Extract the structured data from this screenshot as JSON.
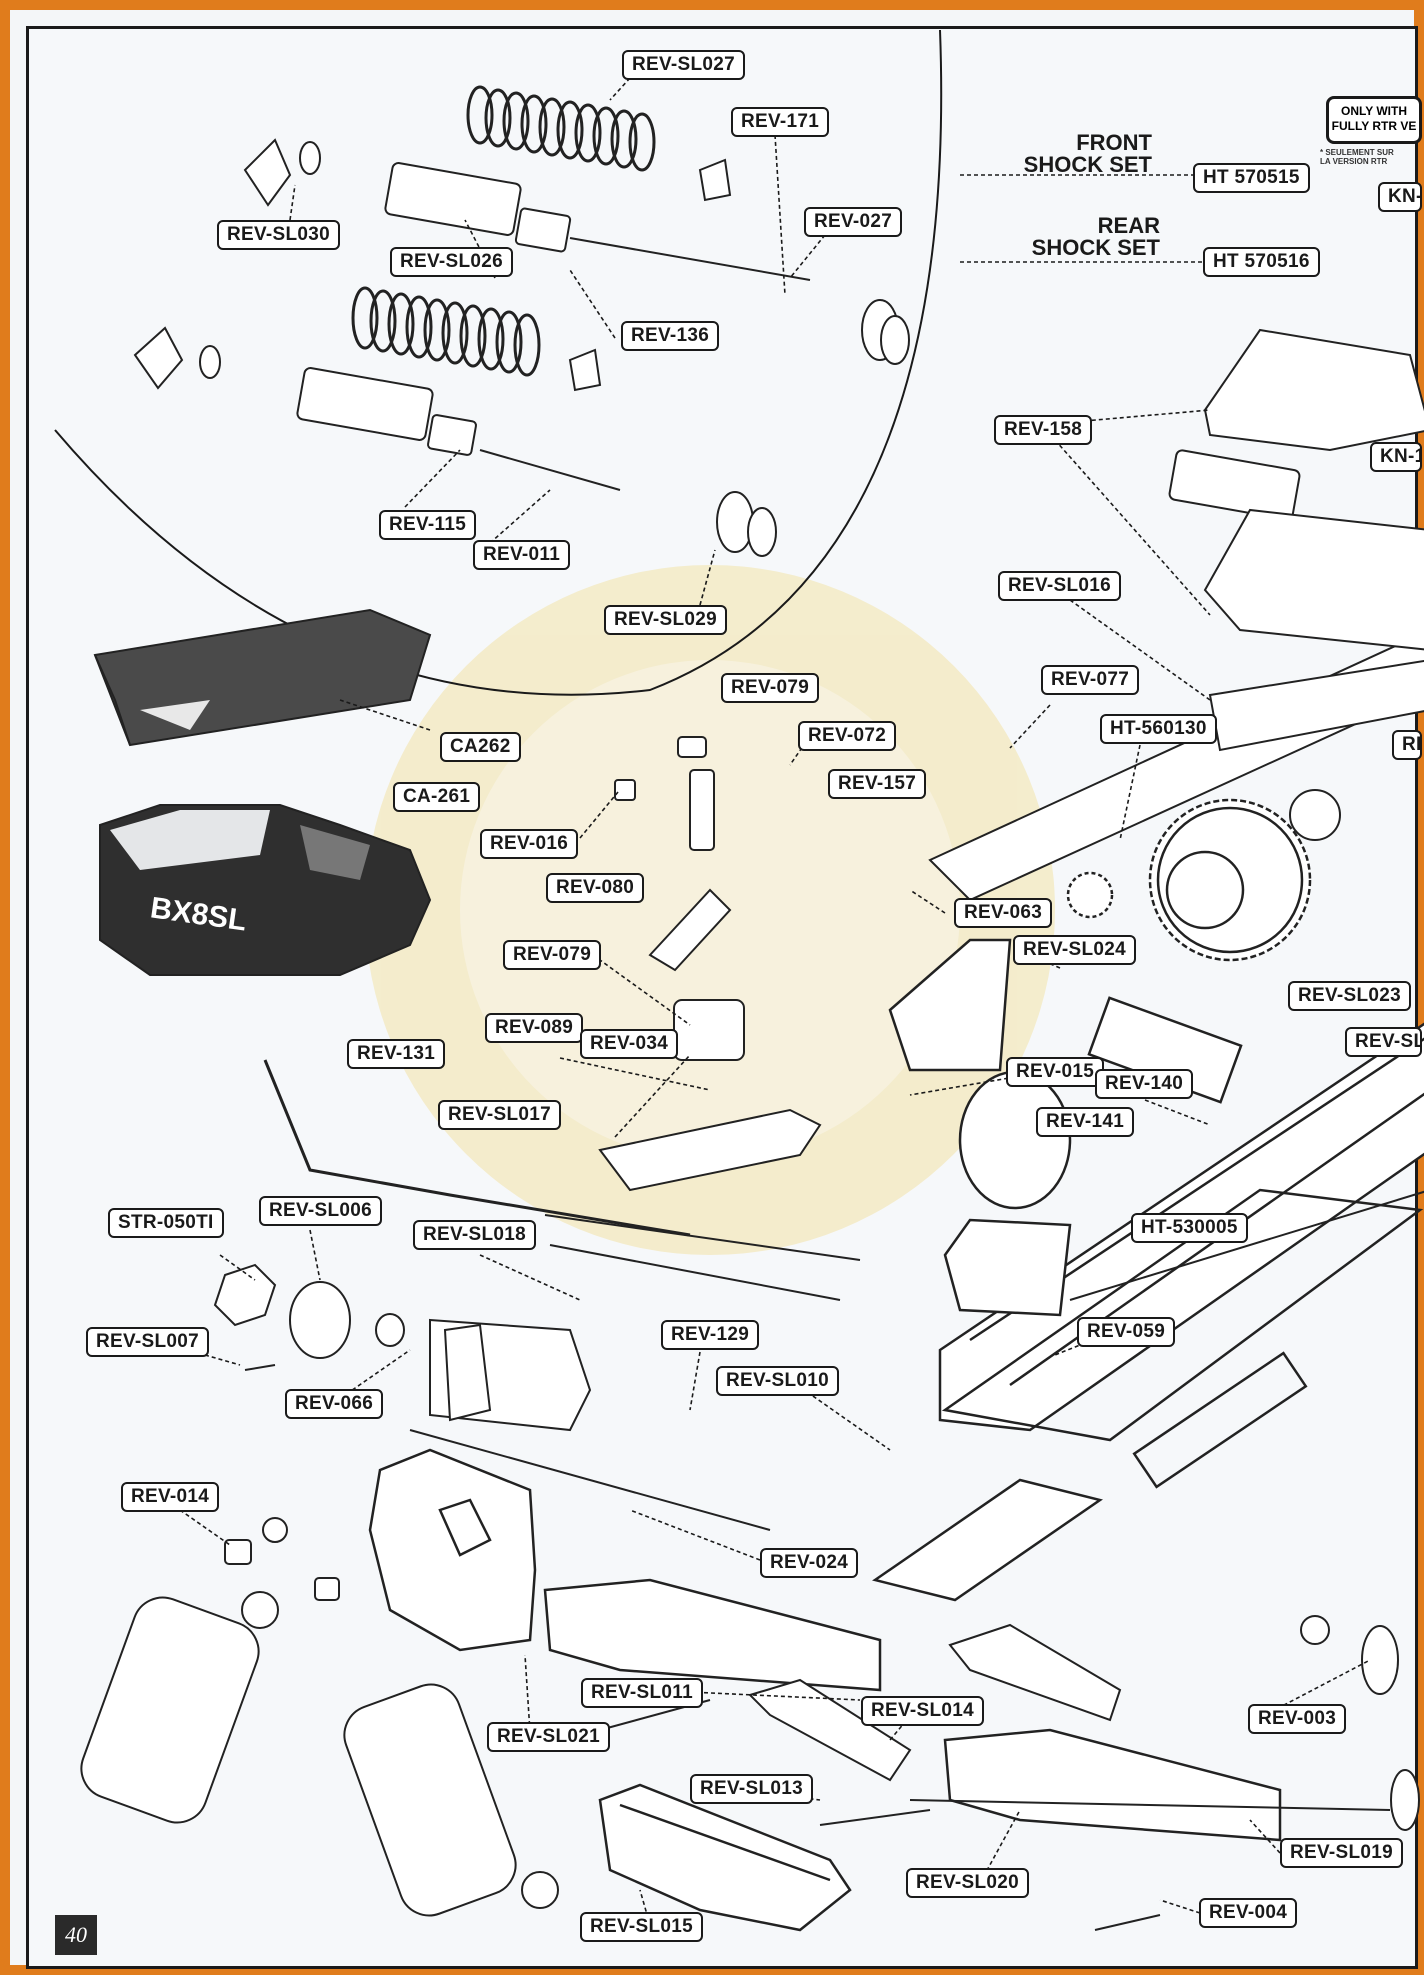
{
  "page_number": "40",
  "shock_sets": [
    {
      "title_line1": "FRONT",
      "title_line2": "SHOCK SET",
      "code": "HT 570515"
    },
    {
      "title_line1": "REAR",
      "title_line2": "SHOCK SET",
      "code": "HT 570516"
    }
  ],
  "only_with_badge": {
    "line1": "ONLY WITH",
    "line2": "FULLY RTR VE"
  },
  "only_with_note": {
    "line1": "* SEULEMENT SUR",
    "line2": "LA VERSION RTR"
  },
  "body_text": {
    "shell_name": "BX8SL"
  },
  "labels": {
    "rev_sl027": "REV-SL027",
    "rev_171": "REV-171",
    "rev_sl030": "REV-SL030",
    "rev_027": "REV-027",
    "rev_sl026": "REV-SL026",
    "rev_136": "REV-136",
    "rev_115": "REV-115",
    "rev_011": "REV-011",
    "rev_sl029": "REV-SL029",
    "kn_top": "KN-",
    "rev_158": "REV-158",
    "kn_1": "KN-1",
    "rev_sl016": "REV-SL016",
    "ca262": "CA262",
    "rev_079_top": "REV-079",
    "rev_077": "REV-077",
    "ht_560130": "HT-560130",
    "re_right": "RE",
    "rev_072": "REV-072",
    "ca_261": "CA-261",
    "rev_157": "REV-157",
    "rev_016": "REV-016",
    "rev_080": "REV-080",
    "rev_063": "REV-063",
    "rev_079_mid": "REV-079",
    "rev_sl024": "REV-SL024",
    "rev_sl023": "REV-SL023",
    "rev_sl_right": "REV-SL0",
    "rev_089": "REV-089",
    "rev_034": "REV-034",
    "rev_131": "REV-131",
    "rev_015": "REV-015",
    "rev_140": "REV-140",
    "rev_sl017": "REV-SL017",
    "rev_141": "REV-141",
    "ht_530005": "HT-530005",
    "str_050ti": "STR-050TI",
    "rev_sl006": "REV-SL006",
    "rev_sl018": "REV-SL018",
    "rev_059": "REV-059",
    "rev_sl007": "REV-SL007",
    "rev_129": "REV-129",
    "rev_066": "REV-066",
    "rev_sl010": "REV-SL010",
    "rev_014": "REV-014",
    "rev_024": "REV-024",
    "rev_sl011": "REV-SL011",
    "rev_sl014": "REV-SL014",
    "rev_003": "REV-003",
    "rev_sl021": "REV-SL021",
    "rev_sl013": "REV-SL013",
    "rev_sl019": "REV-SL019",
    "rev_sl020": "REV-SL020",
    "rev_004": "REV-004",
    "rev_sl015": "REV-SL015"
  },
  "colors": {
    "frame_accent": "#e07c1c",
    "ink": "#1a1a1a",
    "watermark": "#f1d98c"
  }
}
